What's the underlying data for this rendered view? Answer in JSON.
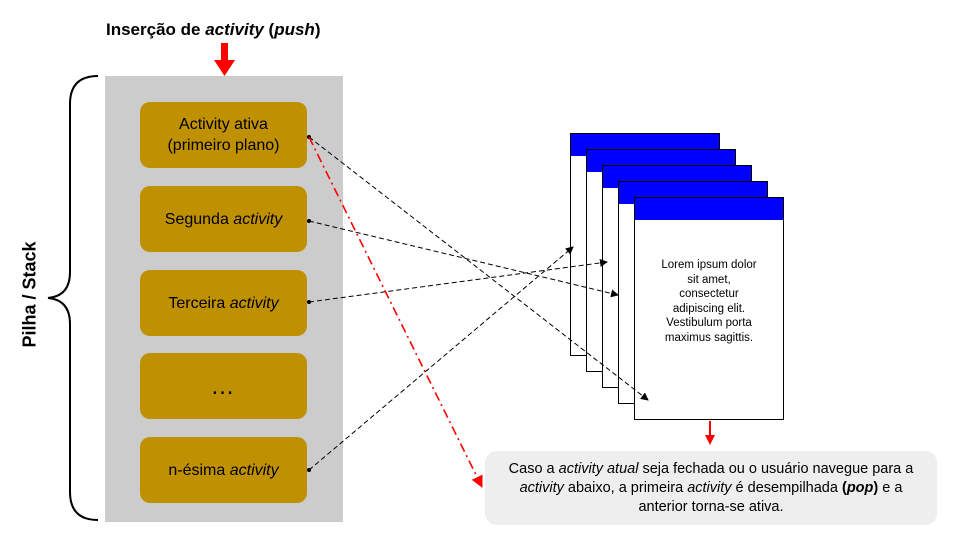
{
  "header": {
    "push_prefix": "Inserção de ",
    "push_activity": "activity",
    "push_open": " (",
    "push_word": "push",
    "push_close": ")"
  },
  "side_label": "Pilha / Stack",
  "stack": {
    "item1_line1": "Activity ativa",
    "item1_line2": "(primeiro plano)",
    "item2_text": "Segunda ",
    "item2_italic": "activity",
    "item3_text": "Terceira ",
    "item3_italic": "activity",
    "item4_text": "…",
    "item5_text": "n-ésima ",
    "item5_italic": "activity"
  },
  "window_text": "Lorem ipsum dolor sit amet, consectetur adipiscing elit. Vestibulum porta maximus sagittis.",
  "note": {
    "p1": "Caso a ",
    "p2": "activity atual",
    "p3": " seja fechada ou o usuário navegue para a ",
    "p4": "activity",
    "p5": " abaixo, a primeira ",
    "p6": "activity",
    "p7": " é desempilhada ",
    "p8_open": "(",
    "p8_word": "pop",
    "p8_close": ")",
    "p9": " e a anterior torna-se ativa."
  },
  "colors": {
    "activity_box": "#bf9000",
    "stack_background": "#cccccc",
    "window_titlebar": "#0000ff",
    "push_arrow": "#ff0000",
    "pop_arrow": "#ff0000",
    "note_background": "#eeeeee"
  }
}
